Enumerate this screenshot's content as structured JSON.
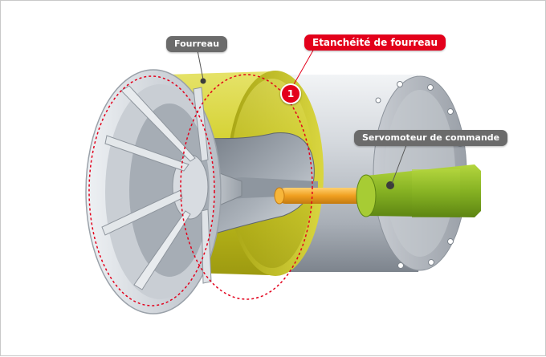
{
  "labels": {
    "fourreau": "Fourreau",
    "etancheite": "Etanchéité de fourreau",
    "servomoteur": "Servomoteur de commande"
  },
  "marker": {
    "number": "1"
  },
  "colors": {
    "sleeve": "#c7c51a",
    "servo": "#7faa1e",
    "rod": "#f0a020",
    "body": "#b9bfc6",
    "callout_grey": "#6b6b6b",
    "callout_red": "#e3001b",
    "seal_dash": "#e3001b"
  }
}
